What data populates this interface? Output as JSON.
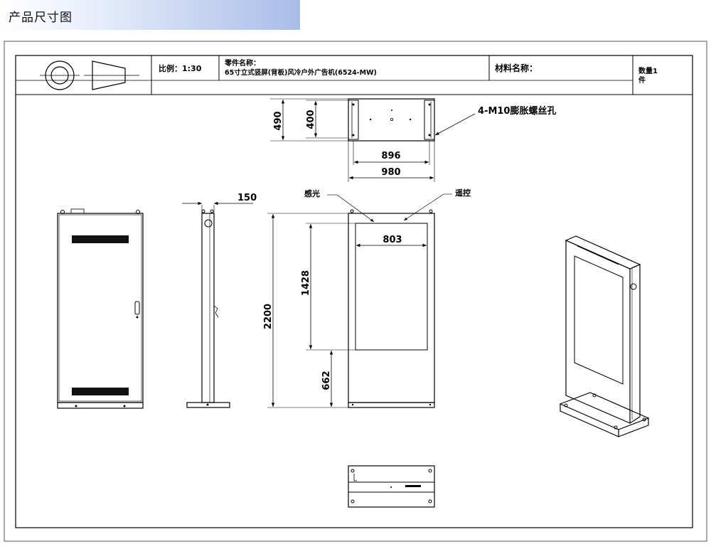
{
  "header": {
    "title": "产品尺寸图"
  },
  "title_block": {
    "scale": "比例：1:30",
    "part_name_label": "零件名称：",
    "part_name": "65寸立式竖屏(背板)风冷户外广告机(6524-MW)",
    "material_label": "材料名称：",
    "quantity": "数量1",
    "quantity_unit": "件"
  },
  "top_view": {
    "dim_depth_outer": "490",
    "dim_depth_inner": "400",
    "dim_hole_spacing": "896",
    "dim_width": "980",
    "hole_callout": "4-M10膨胀螺丝孔"
  },
  "side_view": {
    "dim_thickness": "150"
  },
  "front_view": {
    "label_sensor": "感光",
    "label_remote": "遥控",
    "dim_screen_width": "803",
    "dim_screen_height": "1428",
    "dim_total_height": "2200",
    "dim_bottom": "662"
  },
  "colors": {
    "line": "#000000",
    "frame": "#333333",
    "header_gradient_end": "#a9bde8"
  }
}
